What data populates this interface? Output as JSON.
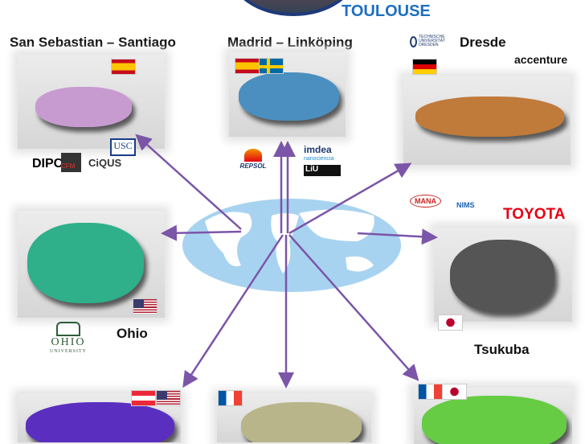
{
  "header": {
    "center": "TOULOUSE"
  },
  "groups": [
    {
      "name": "San Sebastian – Santiago",
      "flags": [
        "es"
      ],
      "logos": [
        "DIPC",
        "CFM",
        "CiQUS",
        "USC"
      ],
      "molecule_color": "#c79bd0"
    },
    {
      "name": "Madrid – Linköping",
      "flags": [
        "es",
        "se"
      ],
      "logos": [
        "REPSOL",
        "imdea nanociencia",
        "LiU"
      ],
      "molecule_color": "#4a8fc0"
    },
    {
      "name": "Dresde",
      "flags": [
        "de"
      ],
      "logos": [
        "TECHNISCHE UNIVERSITÄT DRESDEN",
        "accenture"
      ],
      "molecule_color": "#c07a3a"
    },
    {
      "name": "Ohio",
      "flags": [
        "us"
      ],
      "logos": [
        "OHIO UNIVERSITY"
      ],
      "molecule_color": "#2fb08a"
    },
    {
      "name": "Tsukuba",
      "flags": [
        "jp"
      ],
      "logos": [
        "MANA",
        "NIMS",
        "TOYOTA"
      ],
      "molecule_color": "#555555"
    },
    {
      "name": "",
      "flags": [
        "at",
        "us"
      ],
      "molecule_color": "#5a2fc0"
    },
    {
      "name": "",
      "flags": [
        "fr"
      ],
      "molecule_color": "#b8b58a"
    },
    {
      "name": "",
      "flags": [
        "fr",
        "jp"
      ],
      "molecule_color": "#66cc44"
    }
  ],
  "logo_text": {
    "dipc": "DIPC",
    "cfm": "CFM",
    "ciqus": "CiQUS",
    "usc": "USC",
    "repsol": "REPSOL",
    "imdea": "imdea",
    "imdea_sub": "nanociencia",
    "liu": "LiU",
    "tud": "TECHNISCHE UNIVERSITÄT DRESDEN",
    "accenture": "accenture",
    "ohio_logo": "OHIO",
    "ohio_sub": "UNIVERSITY",
    "mana": "MANA",
    "nims": "NIMS",
    "toyota": "TOYOTA"
  },
  "colors": {
    "arrow": "#7b55a8",
    "toulouse": "#1e6fc0",
    "ocean": "#a8d3f0",
    "toyota": "#e60012"
  }
}
